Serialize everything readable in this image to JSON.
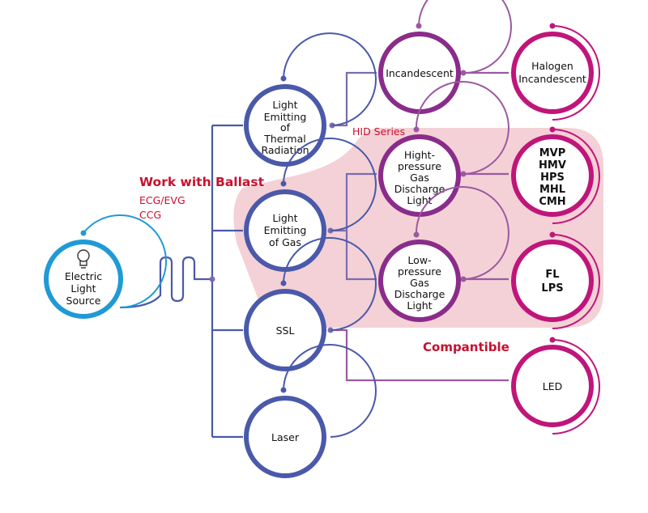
{
  "colors": {
    "blue": "#1f9ad6",
    "indigo": "#4a59aa",
    "purple": "#8a2c8a",
    "magenta": "#c0157a",
    "line": "#7b6bb0",
    "connector": "#9a5aa0",
    "highlight": "#f2c9cf",
    "red": "#c8102e"
  },
  "labels": {
    "ballast_title": "Work with Ballast",
    "ballast_line1": "ECG/EVG",
    "ballast_line2": "CCG",
    "hid_series": "HID Series",
    "compatible": "Compantible"
  },
  "nodes": {
    "electric": {
      "lines": [
        "Electric",
        "Light",
        "Source"
      ],
      "icon": "light-bulb-icon"
    },
    "thermal": {
      "lines": [
        "Light",
        "Emitting",
        "of",
        "Thermal",
        "Radiation"
      ]
    },
    "gas": {
      "lines": [
        "Light",
        "Emitting",
        "of Gas"
      ]
    },
    "ssl": {
      "lines": [
        "SSL"
      ]
    },
    "laser": {
      "lines": [
        "Laser"
      ]
    },
    "incandescent": {
      "lines": [
        "Incandescent"
      ]
    },
    "halogen": {
      "lines": [
        "Halogen",
        "Incandescent"
      ]
    },
    "hpgd": {
      "lines": [
        "Hight-",
        "pressure",
        "Gas",
        "Discharge",
        "Light"
      ]
    },
    "lpgd": {
      "lines": [
        "Low-",
        "pressure",
        "Gas",
        "Discharge",
        "Light"
      ]
    },
    "mvp": {
      "lines": [
        "MVP",
        "HMV",
        "HPS",
        "MHL",
        "CMH"
      ]
    },
    "fl": {
      "lines": [
        "FL",
        "LPS"
      ]
    },
    "led": {
      "lines": [
        "LED"
      ]
    }
  }
}
